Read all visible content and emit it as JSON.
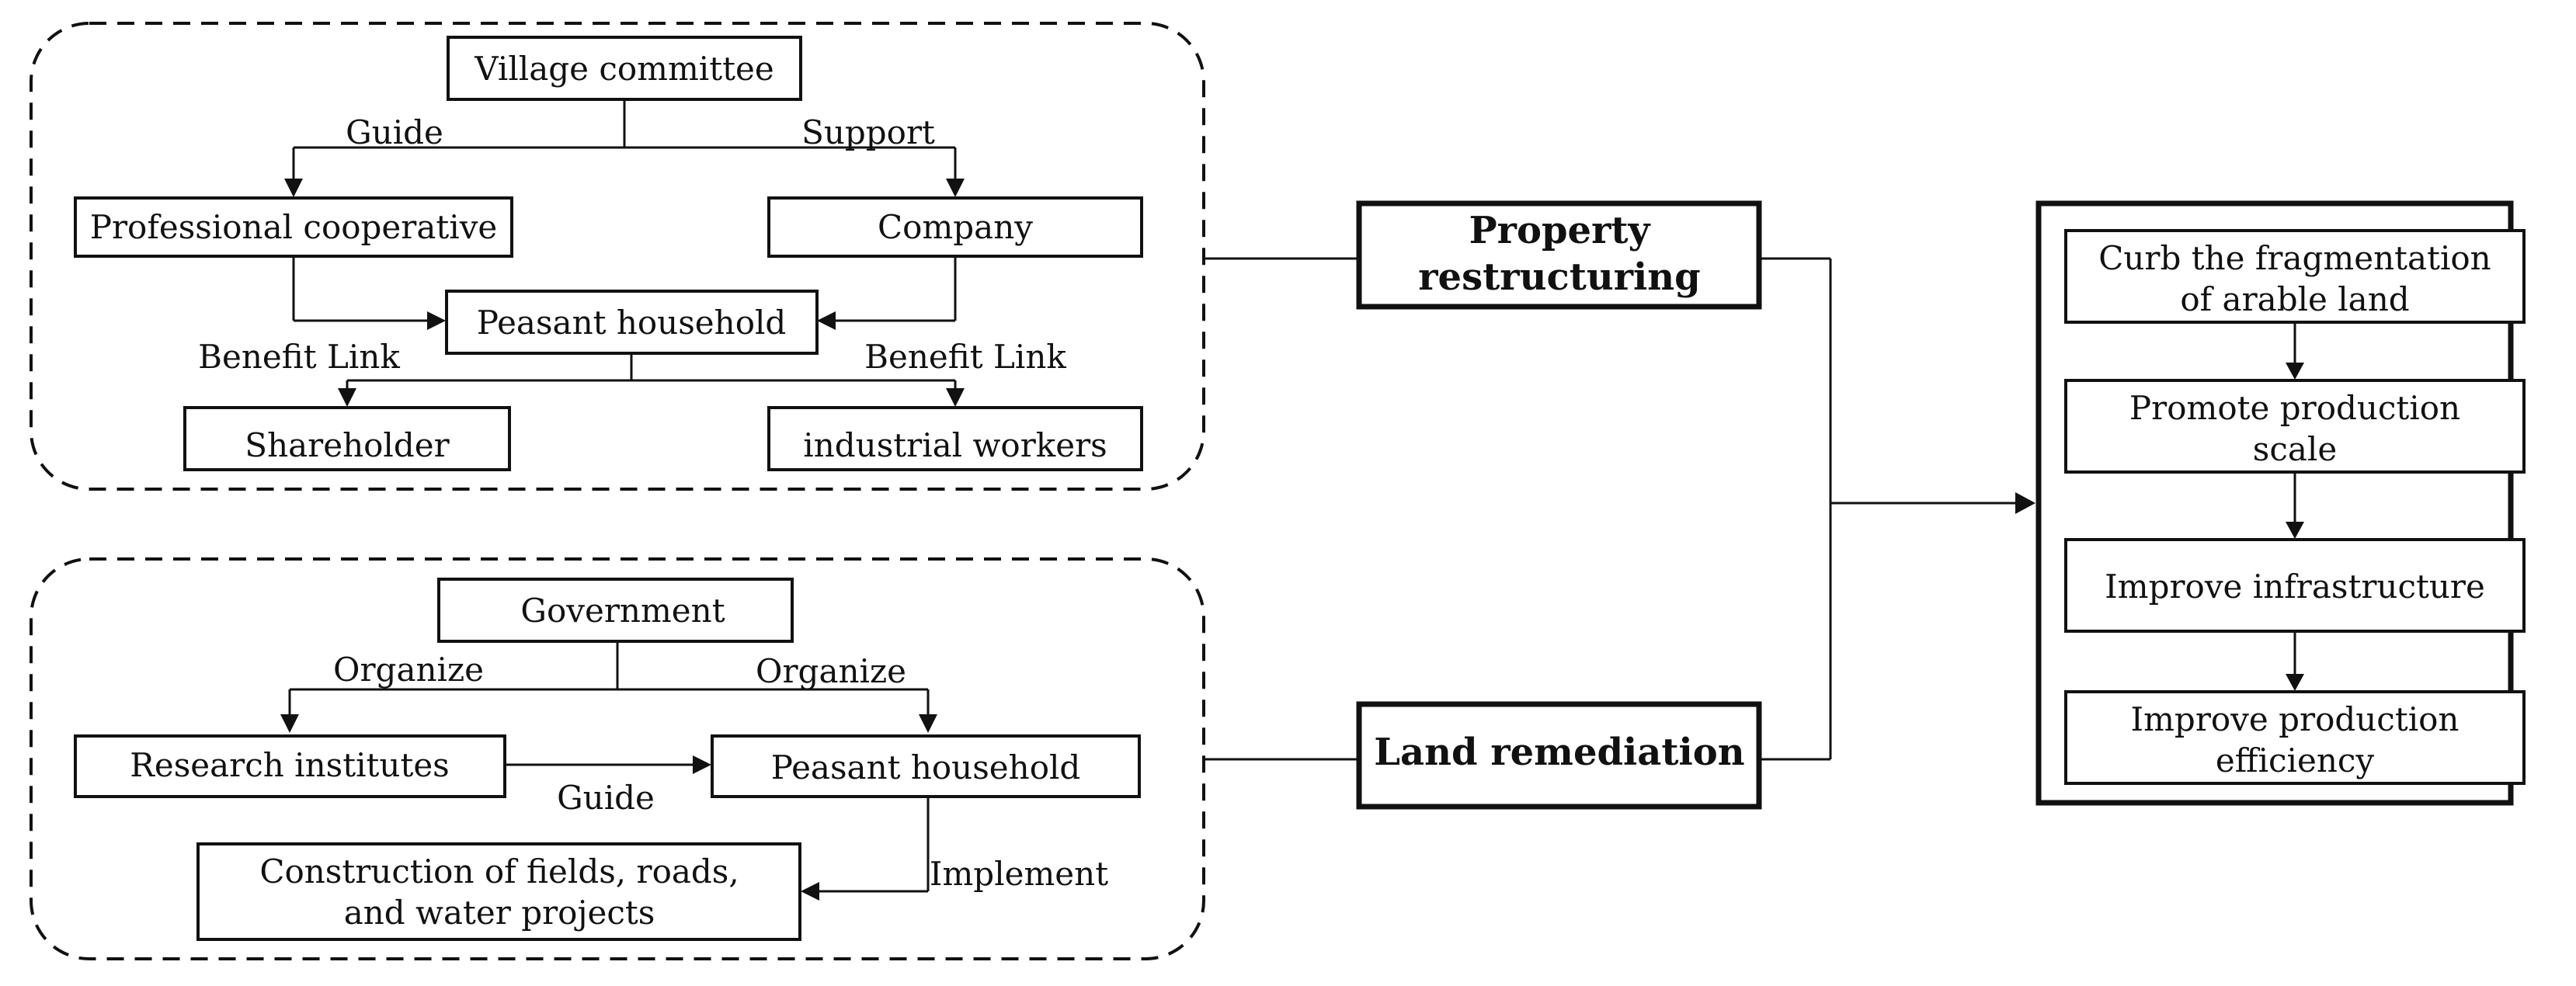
{
  "property_group": {
    "village_committee": "Village committee",
    "guide": "Guide",
    "support": "Support",
    "professional_cooperative": "Professional cooperative",
    "company": "Company",
    "peasant_household": "Peasant household",
    "benefit_link_left": "Benefit Link",
    "benefit_link_right": "Benefit Link",
    "shareholder": "Shareholder",
    "industrial_workers": "industrial workers"
  },
  "land_group": {
    "government": "Government",
    "organize_left": "Organize",
    "organize_right": "Organize",
    "research_institutes": "Research institutes",
    "guide": "Guide",
    "peasant_household": "Peasant household",
    "implement": "Implement",
    "construction_line1": "Construction of fields, roads,",
    "construction_line2": "and water projects"
  },
  "middle": {
    "property_line1": "Property",
    "property_line2": "restructuring",
    "land_remediation": "Land remediation"
  },
  "outcomes": {
    "curb_line1": "Curb the fragmentation",
    "curb_line2": "of arable land",
    "scale_line1": "Promote production",
    "scale_line2": "scale",
    "infrastructure": "Improve infrastructure",
    "efficiency_line1": "Improve production",
    "efficiency_line2": "efficiency"
  }
}
